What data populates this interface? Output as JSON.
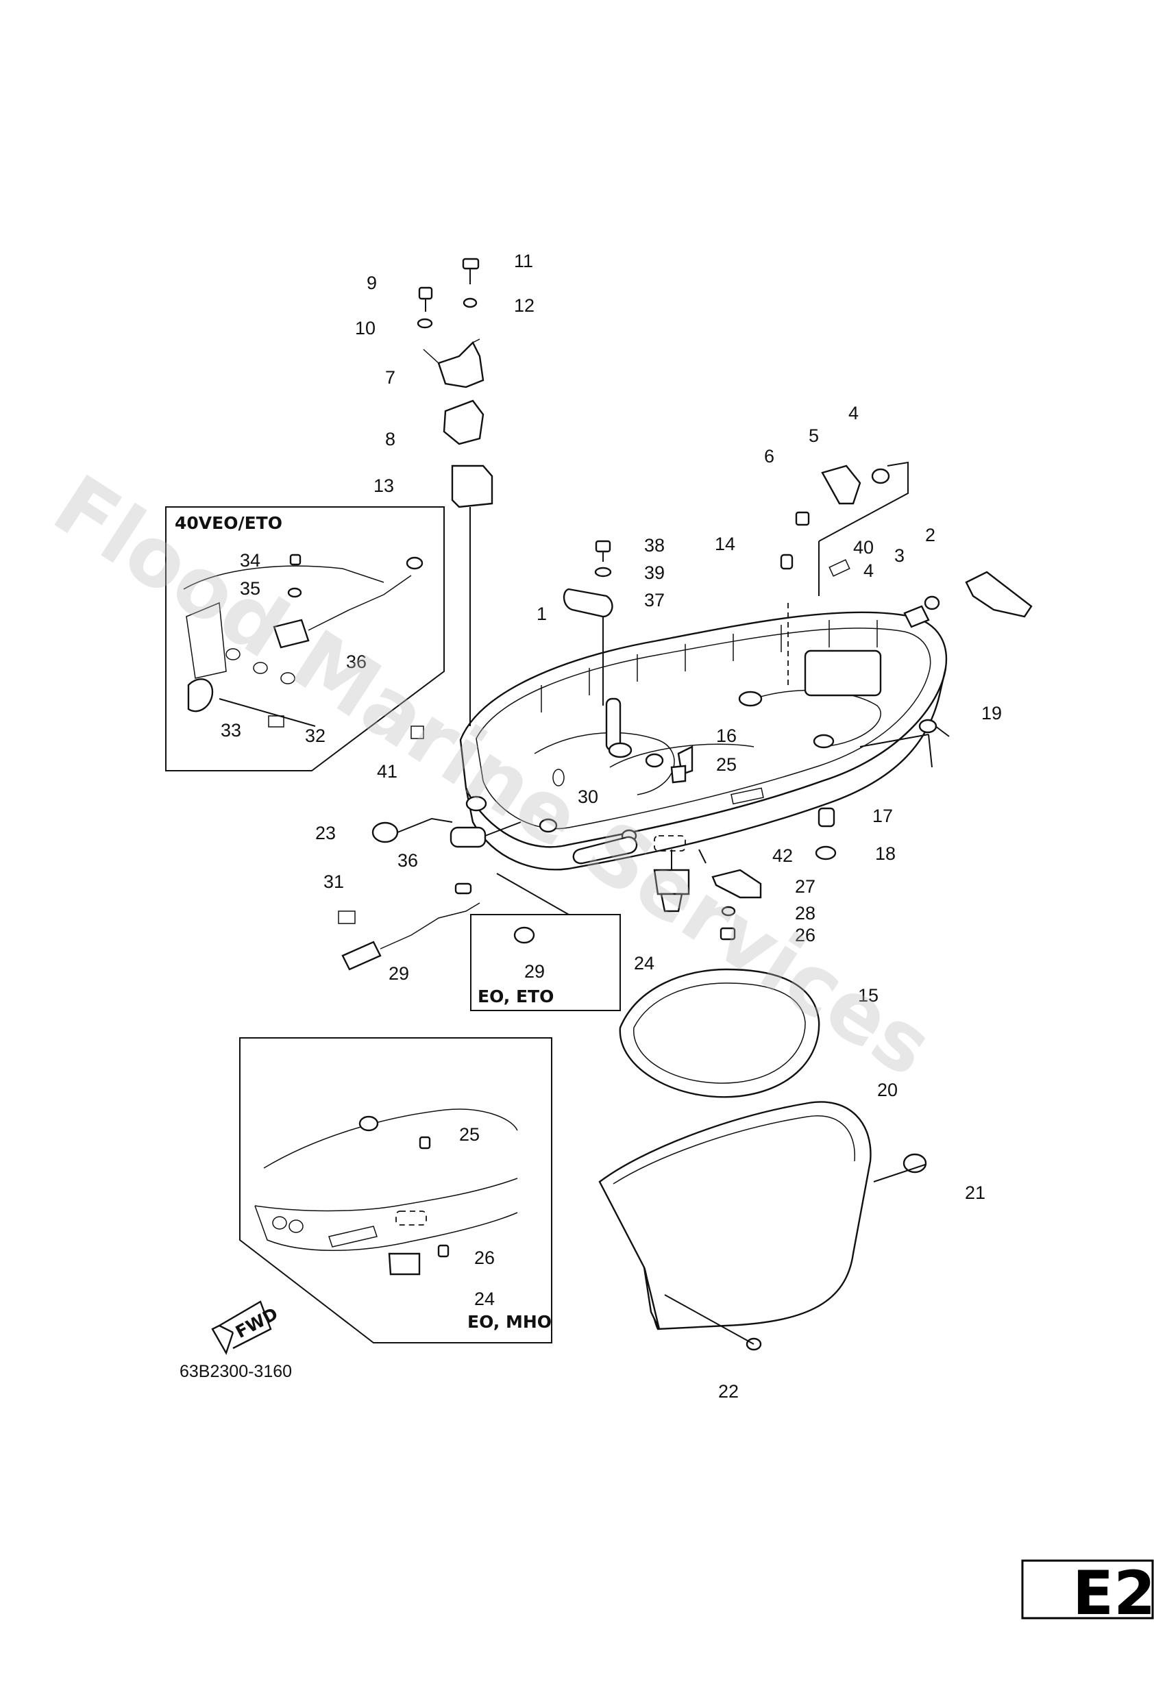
{
  "diagram": {
    "callouts": [
      {
        "label": "1"
      },
      {
        "label": "2"
      },
      {
        "label": "3"
      },
      {
        "label": "4"
      },
      {
        "label": "4"
      },
      {
        "label": "5"
      },
      {
        "label": "6"
      },
      {
        "label": "7"
      },
      {
        "label": "8"
      },
      {
        "label": "9"
      },
      {
        "label": "10"
      },
      {
        "label": "11"
      },
      {
        "label": "12"
      },
      {
        "label": "13"
      },
      {
        "label": "14"
      },
      {
        "label": "15"
      },
      {
        "label": "16"
      },
      {
        "label": "17"
      },
      {
        "label": "18"
      },
      {
        "label": "19"
      },
      {
        "label": "20"
      },
      {
        "label": "21"
      },
      {
        "label": "22"
      },
      {
        "label": "23"
      },
      {
        "label": "24"
      },
      {
        "label": "24"
      },
      {
        "label": "25"
      },
      {
        "label": "25"
      },
      {
        "label": "26"
      },
      {
        "label": "26"
      },
      {
        "label": "27"
      },
      {
        "label": "28"
      },
      {
        "label": "29"
      },
      {
        "label": "29"
      },
      {
        "label": "30"
      },
      {
        "label": "31"
      },
      {
        "label": "32"
      },
      {
        "label": "33"
      },
      {
        "label": "34"
      },
      {
        "label": "35"
      },
      {
        "label": "36"
      },
      {
        "label": "36"
      },
      {
        "label": "37"
      },
      {
        "label": "38"
      },
      {
        "label": "39"
      },
      {
        "label": "40"
      },
      {
        "label": "41"
      },
      {
        "label": "42"
      }
    ],
    "inset_labels": {
      "box_40veo": "40VEO/ETO",
      "box_eo_eto": "EO, ETO",
      "box_eo_mho": "EO, MHO"
    },
    "fwd_label": "FWD",
    "diagram_code": "63B2300-3160",
    "page_code": "E2",
    "watermark": "Flood Marine Services"
  }
}
